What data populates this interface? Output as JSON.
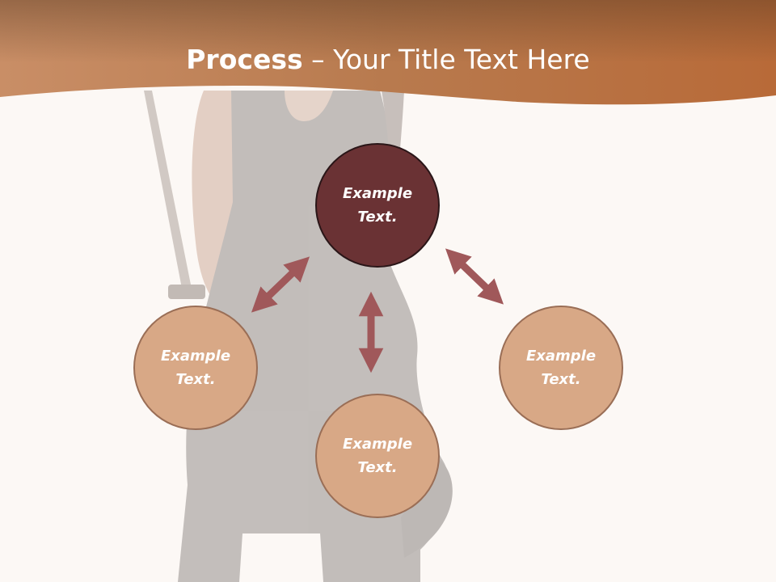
{
  "slide": {
    "title_bold": "Process",
    "title_rest": " – Your Title Text Here"
  },
  "diagram": {
    "nodes": [
      {
        "id": "center",
        "label": "Example Text."
      },
      {
        "id": "left",
        "label": "Example Text."
      },
      {
        "id": "bottom",
        "label": "Example Text."
      },
      {
        "id": "right",
        "label": "Example Text."
      }
    ],
    "links": [
      {
        "from": "center",
        "to": "left",
        "type": "bidirectional"
      },
      {
        "from": "center",
        "to": "bottom",
        "type": "bidirectional"
      },
      {
        "from": "center",
        "to": "right",
        "type": "bidirectional"
      }
    ]
  },
  "colors": {
    "background": "#fcf8f5",
    "header_band": "#b86a38",
    "center_node": "#6a3234",
    "outer_node": "#d8a886",
    "arrow": "#a0585a"
  }
}
